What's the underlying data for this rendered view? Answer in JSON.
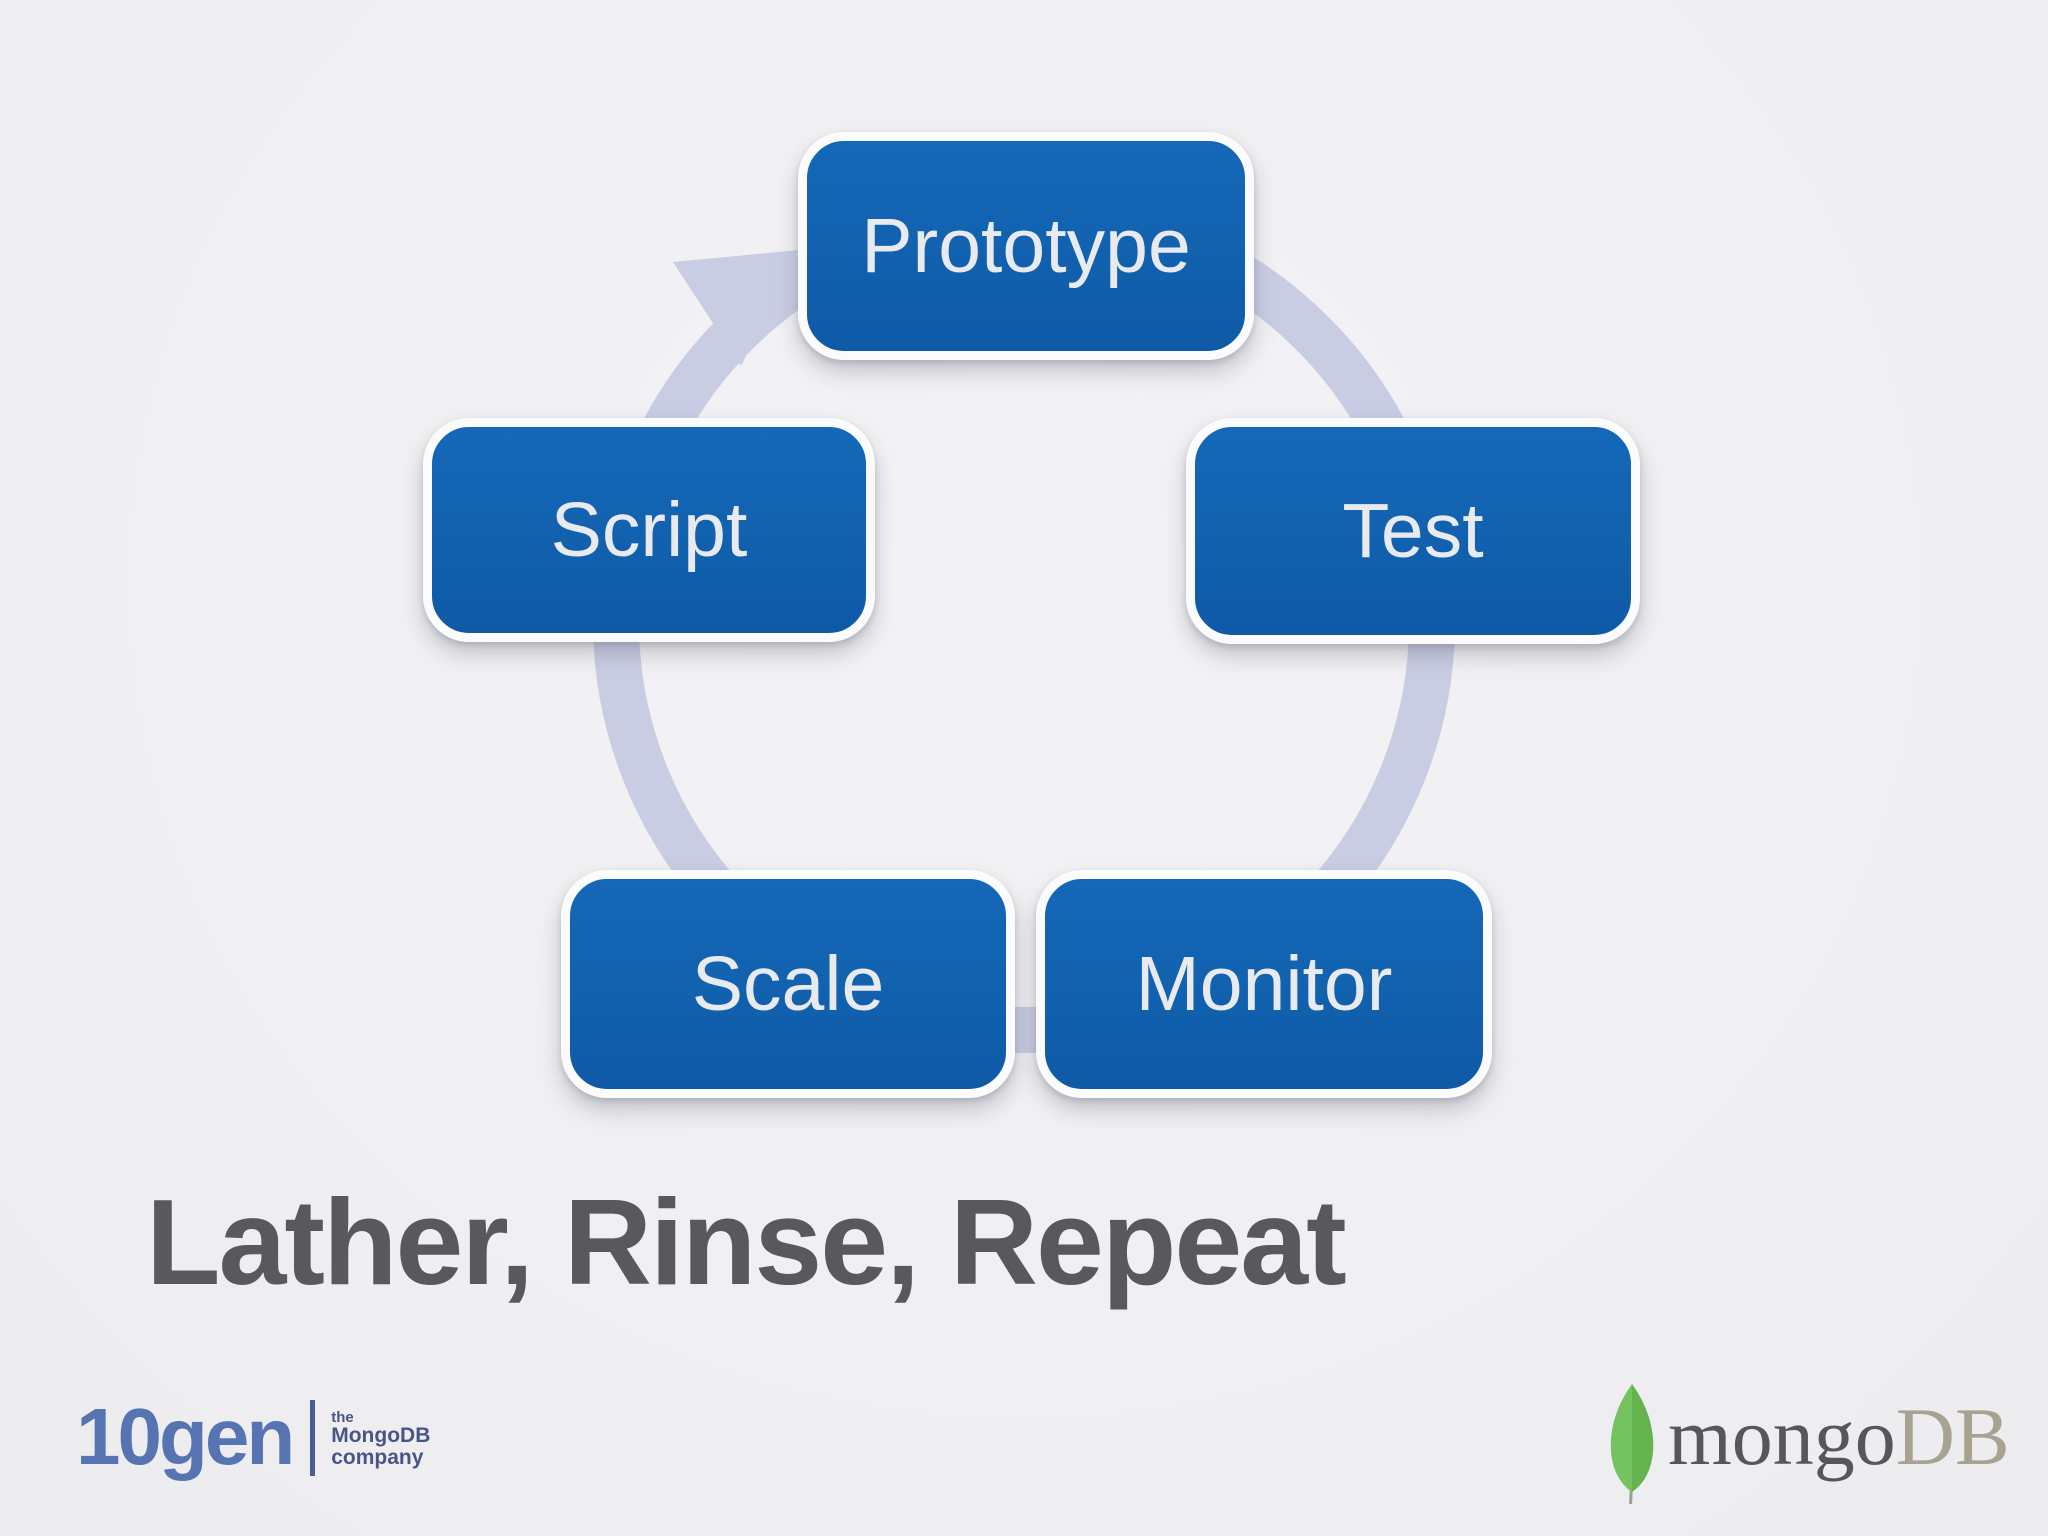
{
  "slide": {
    "title": "Lather, Rinse, Repeat",
    "diagram": {
      "type": "cycle",
      "direction": "clockwise",
      "nodes": [
        {
          "id": "prototype",
          "label": "Prototype"
        },
        {
          "id": "test",
          "label": "Test"
        },
        {
          "id": "monitor",
          "label": "Monitor"
        },
        {
          "id": "scale",
          "label": "Scale"
        },
        {
          "id": "script",
          "label": "Script"
        }
      ],
      "colors": {
        "node_fill": "#1161ae",
        "node_border": "#fbfbfb",
        "node_text": "#e9eaee",
        "arrow": "#c9cde3"
      }
    },
    "colors": {
      "background": "#f0f0f2",
      "title": "#58595b"
    },
    "footer": {
      "left_logo": {
        "wordmark": "10gen",
        "tagline_lines": [
          "the",
          "MongoDB",
          "company"
        ],
        "wordmark_color": "#5673b2",
        "tagline_color": "#4a5587"
      },
      "right_logo": {
        "name": "mongoDB",
        "text_mongo": "mongo",
        "text_db": "DB",
        "leaf_color": "#6fbe59",
        "mongo_color": "#57565a",
        "db_color": "#a8a391"
      }
    }
  }
}
